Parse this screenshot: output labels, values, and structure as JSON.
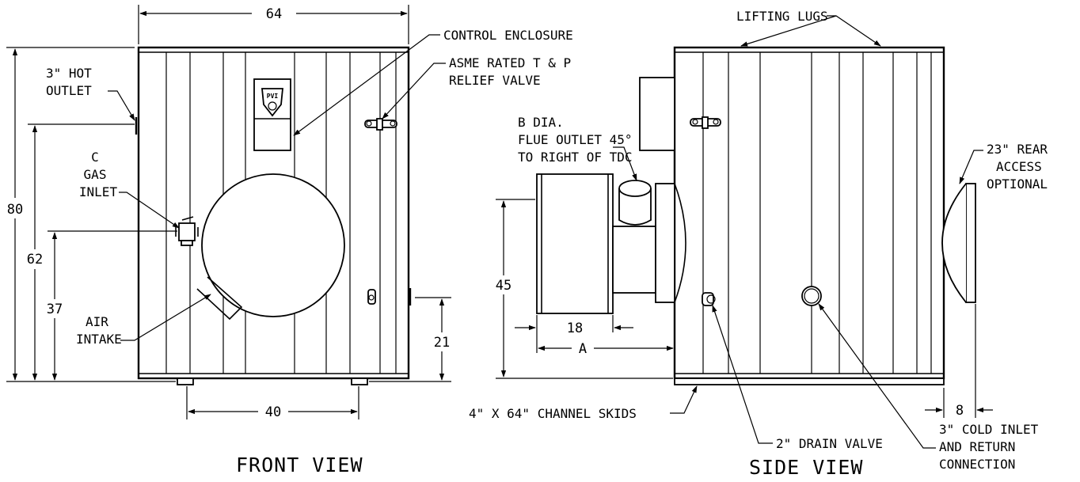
{
  "labels": {
    "control_enclosure": "CONTROL ENCLOSURE",
    "asme_line1": "ASME RATED T & P",
    "asme_line2": "RELIEF VALVE",
    "hot_outlet_line1": "3\" HOT",
    "hot_outlet_line2": "OUTLET",
    "gas_inlet_line1": "C",
    "gas_inlet_line2": "GAS",
    "gas_inlet_line3": "INLET",
    "air_intake_line1": "AIR",
    "air_intake_line2": "INTAKE",
    "lifting_lugs": "LIFTING LUGS",
    "flue_line1": "B DIA.",
    "flue_line2": "FLUE OUTLET 45°",
    "flue_line3": "TO RIGHT OF TDC",
    "rear_access_line1": "23\" REAR",
    "rear_access_line2": "ACCESS",
    "rear_access_line3": "OPTIONAL",
    "channel_skids": "4\" X 64\" CHANNEL SKIDS",
    "drain_valve": "2\" DRAIN VALVE",
    "cold_inlet_line1": "3\" COLD INLET",
    "cold_inlet_line2": "AND RETURN",
    "cold_inlet_line3": "CONNECTION",
    "logo": "PVI"
  },
  "dimensions": {
    "width_top": "64",
    "height_total": "80",
    "height_hot_outlet": "62",
    "height_gas_inlet": "37",
    "height_relief": "21",
    "skid_spacing": "40",
    "burner_height": "45",
    "burner_length": "18",
    "overall_a": "A",
    "rear_offset": "8"
  },
  "titles": {
    "front": "FRONT VIEW",
    "side": "SIDE VIEW"
  }
}
